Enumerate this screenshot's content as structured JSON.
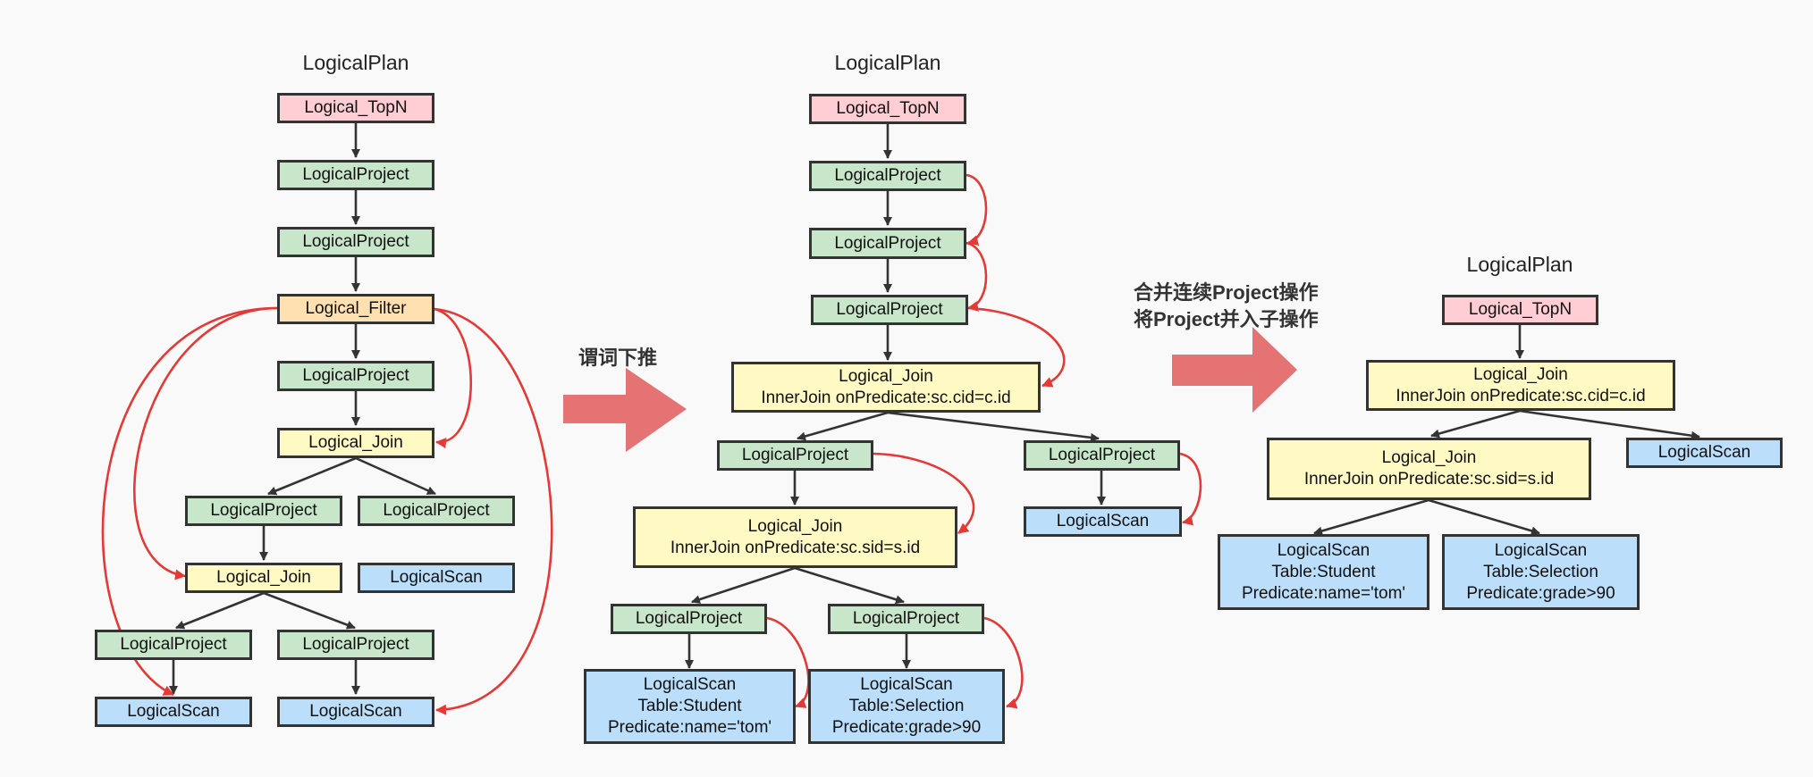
{
  "stage1": {
    "title": "LogicalPlan",
    "topn": "Logical_TopN",
    "project_1": "LogicalProject",
    "project_2": "LogicalProject",
    "filter": "Logical_Filter",
    "project_3": "LogicalProject",
    "join_1": "Logical_Join",
    "project_left": "LogicalProject",
    "project_right": "LogicalProject",
    "join_2": "Logical_Join",
    "scan_right": "LogicalScan",
    "project_ll": "LogicalProject",
    "project_lr": "LogicalProject",
    "scan_ll": "LogicalScan",
    "scan_lr": "LogicalScan"
  },
  "arrow_1": {
    "label": "谓词下推"
  },
  "stage2": {
    "title": "LogicalPlan",
    "topn": "Logical_TopN",
    "project_1": "LogicalProject",
    "project_2": "LogicalProject",
    "project_3": "LogicalProject",
    "join_1": {
      "line1": "Logical_Join",
      "line2": "InnerJoin onPredicate:sc.cid=c.id"
    },
    "project_left": "LogicalProject",
    "project_right": "LogicalProject",
    "join_2": {
      "line1": "Logical_Join",
      "line2": "InnerJoin onPredicate:sc.sid=s.id"
    },
    "scan_right": "LogicalScan",
    "project_ll": "LogicalProject",
    "project_lr": "LogicalProject",
    "scan_student": {
      "line1": "LogicalScan",
      "line2": "Table:Student",
      "line3": "Predicate:name='tom'"
    },
    "scan_selection": {
      "line1": "LogicalScan",
      "line2": "Table:Selection",
      "line3": "Predicate:grade>90"
    }
  },
  "arrow_2": {
    "line1": "合并连续Project操作",
    "line2": "将Project并入子操作"
  },
  "stage3": {
    "title": "LogicalPlan",
    "topn": "Logical_TopN",
    "join_1": {
      "line1": "Logical_Join",
      "line2": "InnerJoin onPredicate:sc.cid=c.id"
    },
    "scan_right": "LogicalScan",
    "join_2": {
      "line1": "Logical_Join",
      "line2": "InnerJoin onPredicate:sc.sid=s.id"
    },
    "scan_student": {
      "line1": "LogicalScan",
      "line2": "Table:Student",
      "line3": "Predicate:name='tom'"
    },
    "scan_selection": {
      "line1": "LogicalScan",
      "line2": "Table:Selection",
      "line3": "Predicate:grade>90"
    }
  },
  "colors": {
    "topn": "#ffcdd4",
    "project": "#c8e6c9",
    "filter": "#ffe0b0",
    "join": "#fff9c4",
    "scan": "#bbdefb",
    "edge": "#333333",
    "pushdown_arrow": "#e53935",
    "big_arrow": "#e57373"
  }
}
